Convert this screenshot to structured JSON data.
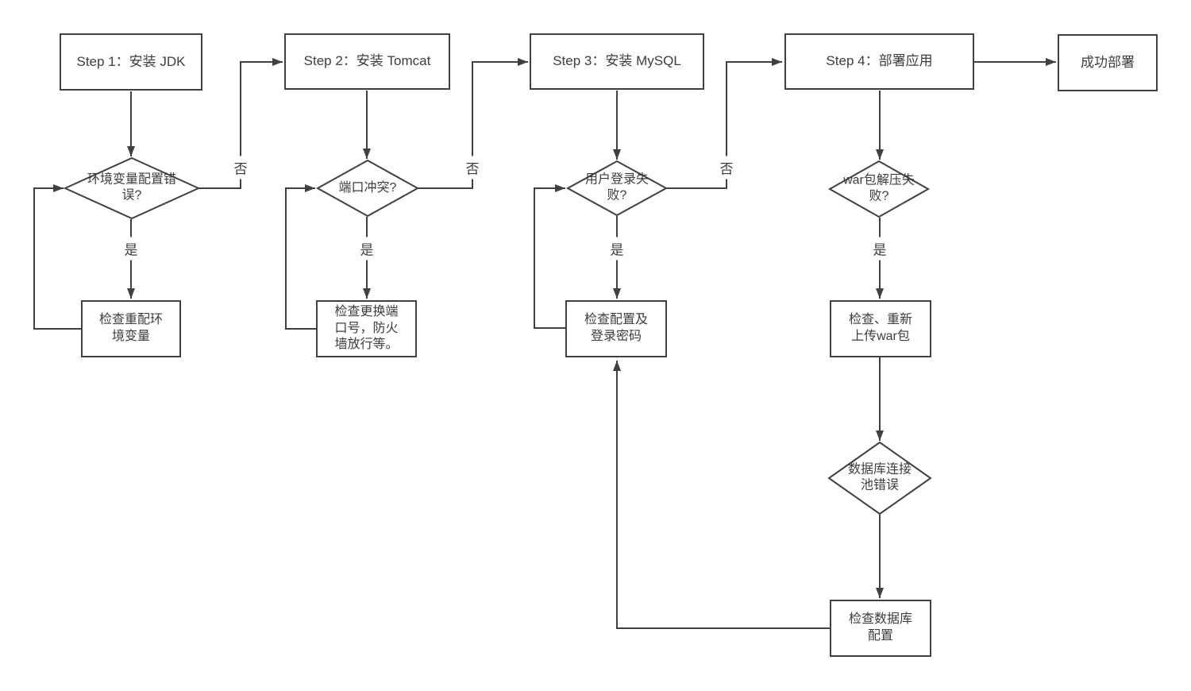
{
  "diagram": {
    "type": "flowchart",
    "description": "Deployment troubleshooting flow: JDK, Tomcat, MySQL, application deployment"
  },
  "colors": {
    "line": "#404040",
    "border": "#404040",
    "text": "#3d3d3d",
    "background": "#ffffff"
  },
  "nodes": {
    "step1": {
      "type": "process",
      "label": "Step 1：安装 JDK"
    },
    "step2": {
      "type": "process",
      "label": "Step 2：安装 Tomcat"
    },
    "step3": {
      "type": "process",
      "label": "Step 3：安装 MySQL"
    },
    "step4": {
      "type": "process",
      "label": "Step 4：部署应用"
    },
    "success": {
      "type": "terminal",
      "label": "成功部署"
    },
    "d1": {
      "type": "decision",
      "label": "环境变量配置错\n误?"
    },
    "d2": {
      "type": "decision",
      "label": "端口冲突?"
    },
    "d3": {
      "type": "decision",
      "label": "用户登录失\n败?"
    },
    "d4": {
      "type": "decision",
      "label": "war包解压失\n败?"
    },
    "d5": {
      "type": "decision",
      "label": "数据库连接\n池错误"
    },
    "fix1": {
      "type": "process",
      "label": "检查重配环\n境变量"
    },
    "fix2": {
      "type": "process",
      "label": "检查更换端\n口号，防火\n墙放行等。"
    },
    "fix3": {
      "type": "process",
      "label": "检查配置及\n登录密码"
    },
    "fix4": {
      "type": "process",
      "label": "检查、重新\n上传war包"
    },
    "fix5": {
      "type": "process",
      "label": "检查数据库\n配置"
    }
  },
  "edges": [
    {
      "from": "step1",
      "to": "d1",
      "label": ""
    },
    {
      "from": "d1",
      "to": "fix1",
      "label": "是"
    },
    {
      "from": "fix1",
      "to": "d1",
      "label": ""
    },
    {
      "from": "d1",
      "to": "step2",
      "label": "否"
    },
    {
      "from": "step2",
      "to": "d2",
      "label": ""
    },
    {
      "from": "d2",
      "to": "fix2",
      "label": "是"
    },
    {
      "from": "fix2",
      "to": "d2",
      "label": ""
    },
    {
      "from": "d2",
      "to": "step3",
      "label": "否"
    },
    {
      "from": "step3",
      "to": "d3",
      "label": ""
    },
    {
      "from": "d3",
      "to": "fix3",
      "label": "是"
    },
    {
      "from": "fix3",
      "to": "d3",
      "label": ""
    },
    {
      "from": "d3",
      "to": "step4",
      "label": "否"
    },
    {
      "from": "step4",
      "to": "d4",
      "label": ""
    },
    {
      "from": "d4",
      "to": "fix4",
      "label": "是"
    },
    {
      "from": "fix4",
      "to": "d5",
      "label": ""
    },
    {
      "from": "d5",
      "to": "fix5",
      "label": ""
    },
    {
      "from": "step4",
      "to": "success",
      "label": ""
    },
    {
      "from": "fix5",
      "to": "fix3",
      "label": ""
    }
  ]
}
